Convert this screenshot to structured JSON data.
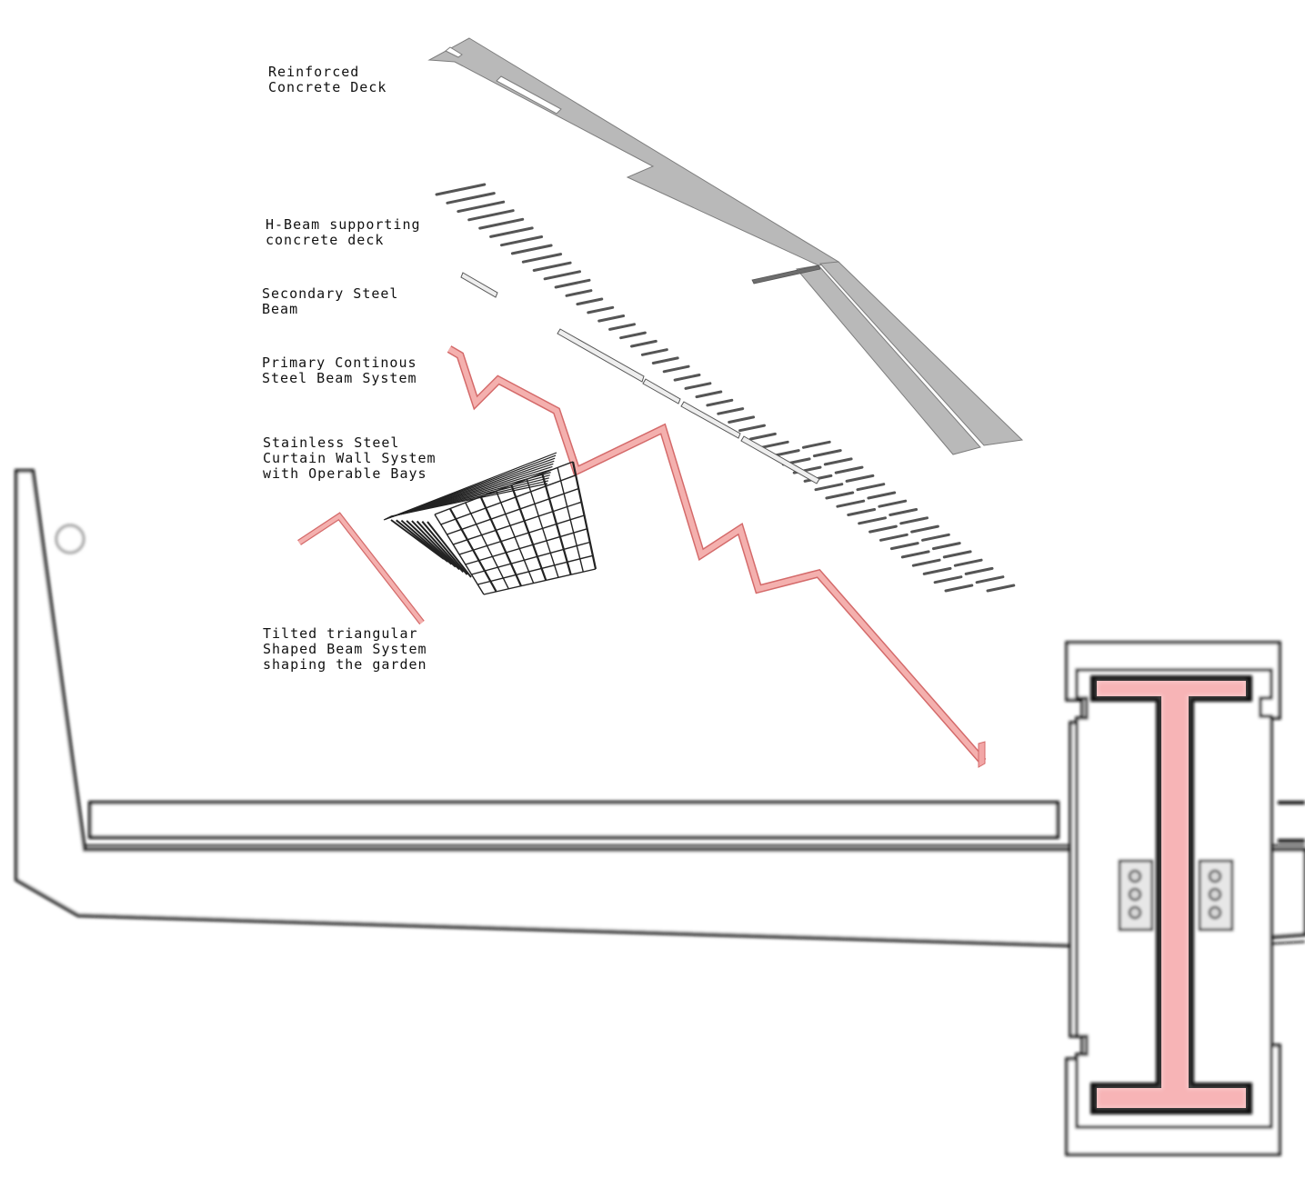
{
  "labels": {
    "deck": [
      "Reinforced",
      "Concrete Deck"
    ],
    "hbeam": [
      "H-Beam supporting",
      "concrete deck"
    ],
    "secondary": [
      "Secondary Steel",
      "Beam"
    ],
    "primary": [
      "Primary Continous",
      "Steel Beam System"
    ],
    "curtain": [
      "Stainless Steel",
      "Curtain Wall System",
      "with Operable Bays"
    ],
    "tilted": [
      "Tilted triangular",
      "Shaped Beam System",
      "shaping the garden"
    ]
  },
  "colors": {
    "concrete": "#b9b9b9",
    "beam_pink": "#f2a6a6",
    "beam_pink_edge": "#d46a6a",
    "ibeam_pink": "#f7b4b6",
    "line": "#111111",
    "steel_light": "#eeeeee"
  }
}
